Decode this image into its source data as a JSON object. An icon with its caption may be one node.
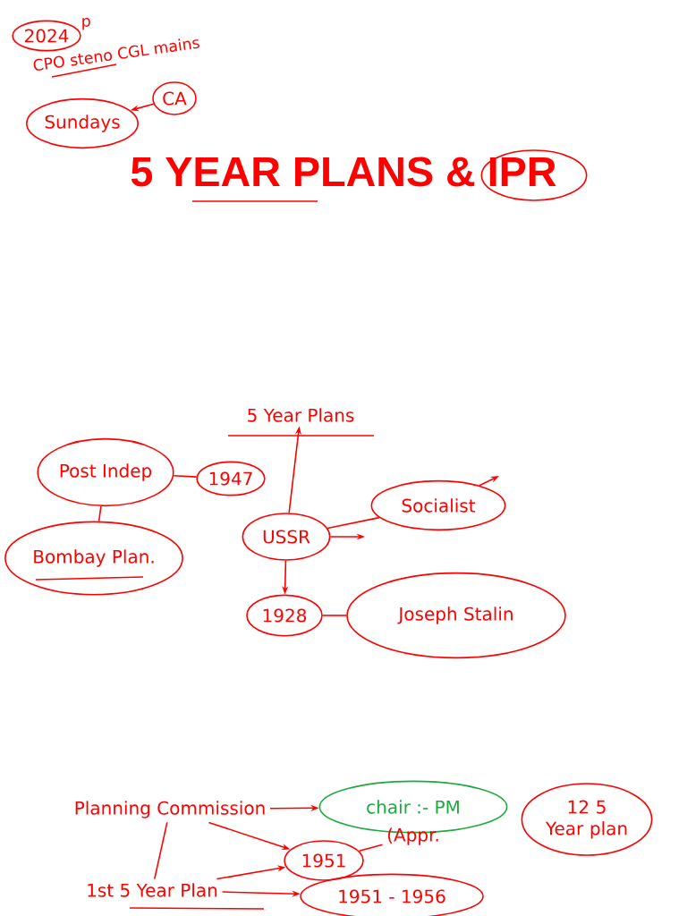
{
  "diagram": {
    "title": "5 YEAR PLANS & IPR",
    "nodes": [
      {
        "text": [
          "2024"
        ],
        "beside": [
          "p"
        ]
      },
      {
        "text": [
          "Sundays"
        ]
      },
      {
        "text": [
          "CA"
        ]
      },
      {
        "text": [
          "5 Year Plans"
        ]
      },
      {
        "text": [
          "Post Indep"
        ]
      },
      {
        "text": [
          "1947"
        ]
      },
      {
        "text": [
          "Bombay Plan."
        ]
      },
      {
        "text": [
          "USSR"
        ]
      },
      {
        "text": [
          "Socialist"
        ]
      },
      {
        "text": [
          "1928"
        ]
      },
      {
        "text": [
          "Joseph Stalin"
        ]
      },
      {
        "text": [
          "Planning Commission"
        ]
      },
      {
        "text": [
          "chair :- PM"
        ]
      },
      {
        "text": [
          "12 5 Year plan"
        ]
      },
      {
        "text": [
          "(Appr."
        ]
      },
      {
        "text": [
          "1951"
        ]
      },
      {
        "text": [
          "1st 5 Year Plan"
        ]
      },
      {
        "text": [
          "1951 - 1956"
        ]
      },
      {
        "text": [],
        "shape": "circle"
      }
    ],
    "edges": [
      {
        "from": 2,
        "to": 1,
        "arrow": "to"
      },
      {
        "from": 7,
        "to": 3,
        "arrow": "to"
      },
      {
        "from": 4,
        "to": 5,
        "arrow": "none"
      },
      {
        "from": 4,
        "to": 6,
        "arrow": "none"
      },
      {
        "from": 7,
        "to": 8,
        "arrow": "none"
      },
      {
        "from": 7,
        "to": null,
        "arrow": "to"
      },
      {
        "from": 8,
        "to": null,
        "arrow": "to"
      },
      {
        "from": 7,
        "to": 9,
        "arrow": "to"
      },
      {
        "from": 9,
        "to": 10,
        "arrow": "none"
      },
      {
        "from": 11,
        "to": 12,
        "arrow": "to"
      },
      {
        "from": 11,
        "to": 15,
        "arrow": "to"
      },
      {
        "from": 11,
        "to": 16,
        "arrow": "none"
      },
      {
        "from": 16,
        "to": 15,
        "arrow": "to"
      },
      {
        "from": 16,
        "to": 17,
        "arrow": "to"
      },
      {
        "from": 15,
        "to": 14,
        "arrow": "none"
      }
    ],
    "labels": [
      "CPO steno CGL mains"
    ]
  }
}
